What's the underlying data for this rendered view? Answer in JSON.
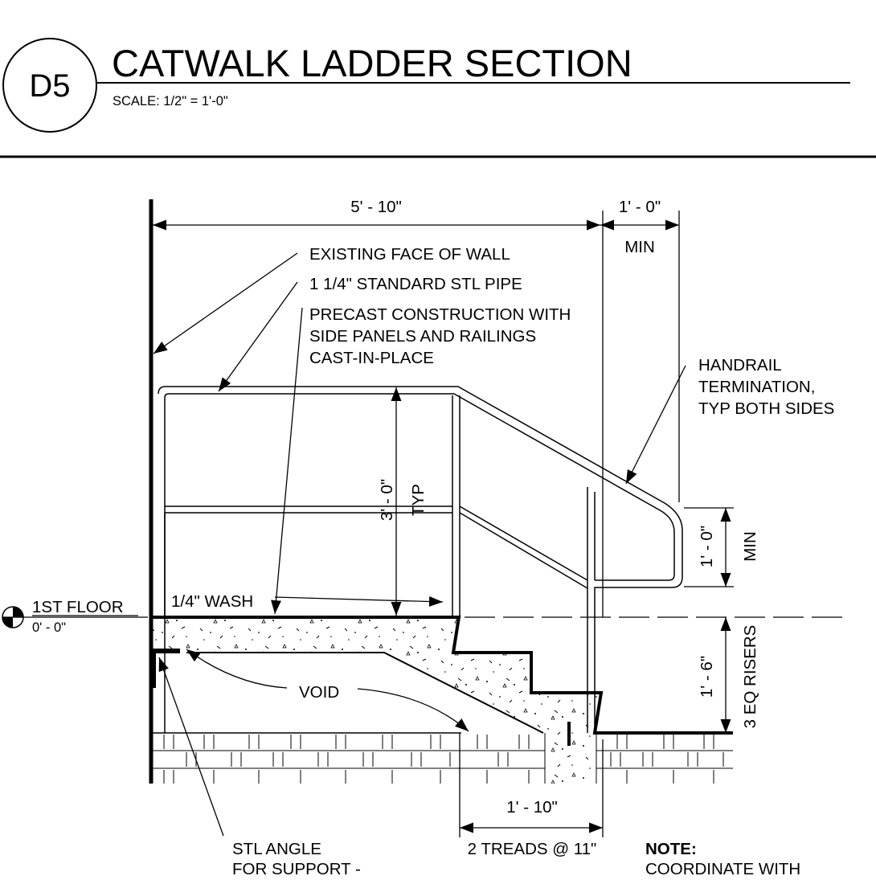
{
  "header": {
    "detail_id": "D5",
    "title": "CATWALK LADDER SECTION",
    "scale": "SCALE:  1/2\" = 1'-0\""
  },
  "dimensions": {
    "width_main": "5' - 10\"",
    "width_extension": "1' - 0\"",
    "width_extension_note": "MIN",
    "rail_height": "3' - 0\"",
    "rail_height_note": "TYP",
    "termination_height": "1' - 0\"",
    "termination_height_note": "MIN",
    "riser_height": "1' - 6\"",
    "riser_note": "3 EQ RISERS",
    "tread_run": "1' - 10\"",
    "tread_note": "2 TREADS @ 11\""
  },
  "callouts": {
    "wall": "EXISTING FACE OF WALL",
    "pipe": "1 1/4\" STANDARD STL PIPE",
    "precast_1": "PRECAST CONSTRUCTION WITH",
    "precast_2": "SIDE PANELS AND RAILINGS",
    "precast_3": "CAST-IN-PLACE",
    "handrail_1": "HANDRAIL",
    "handrail_2": "TERMINATION,",
    "handrail_3": "TYP BOTH SIDES",
    "wash": "1/4\" WASH",
    "void": "VOID",
    "angle_1": "STL ANGLE",
    "angle_2": "FOR SUPPORT -"
  },
  "level_marker": {
    "name": "1ST FLOOR",
    "elevation": "0' - 0\""
  },
  "note": {
    "heading": "NOTE:",
    "text": "COORDINATE WITH"
  }
}
